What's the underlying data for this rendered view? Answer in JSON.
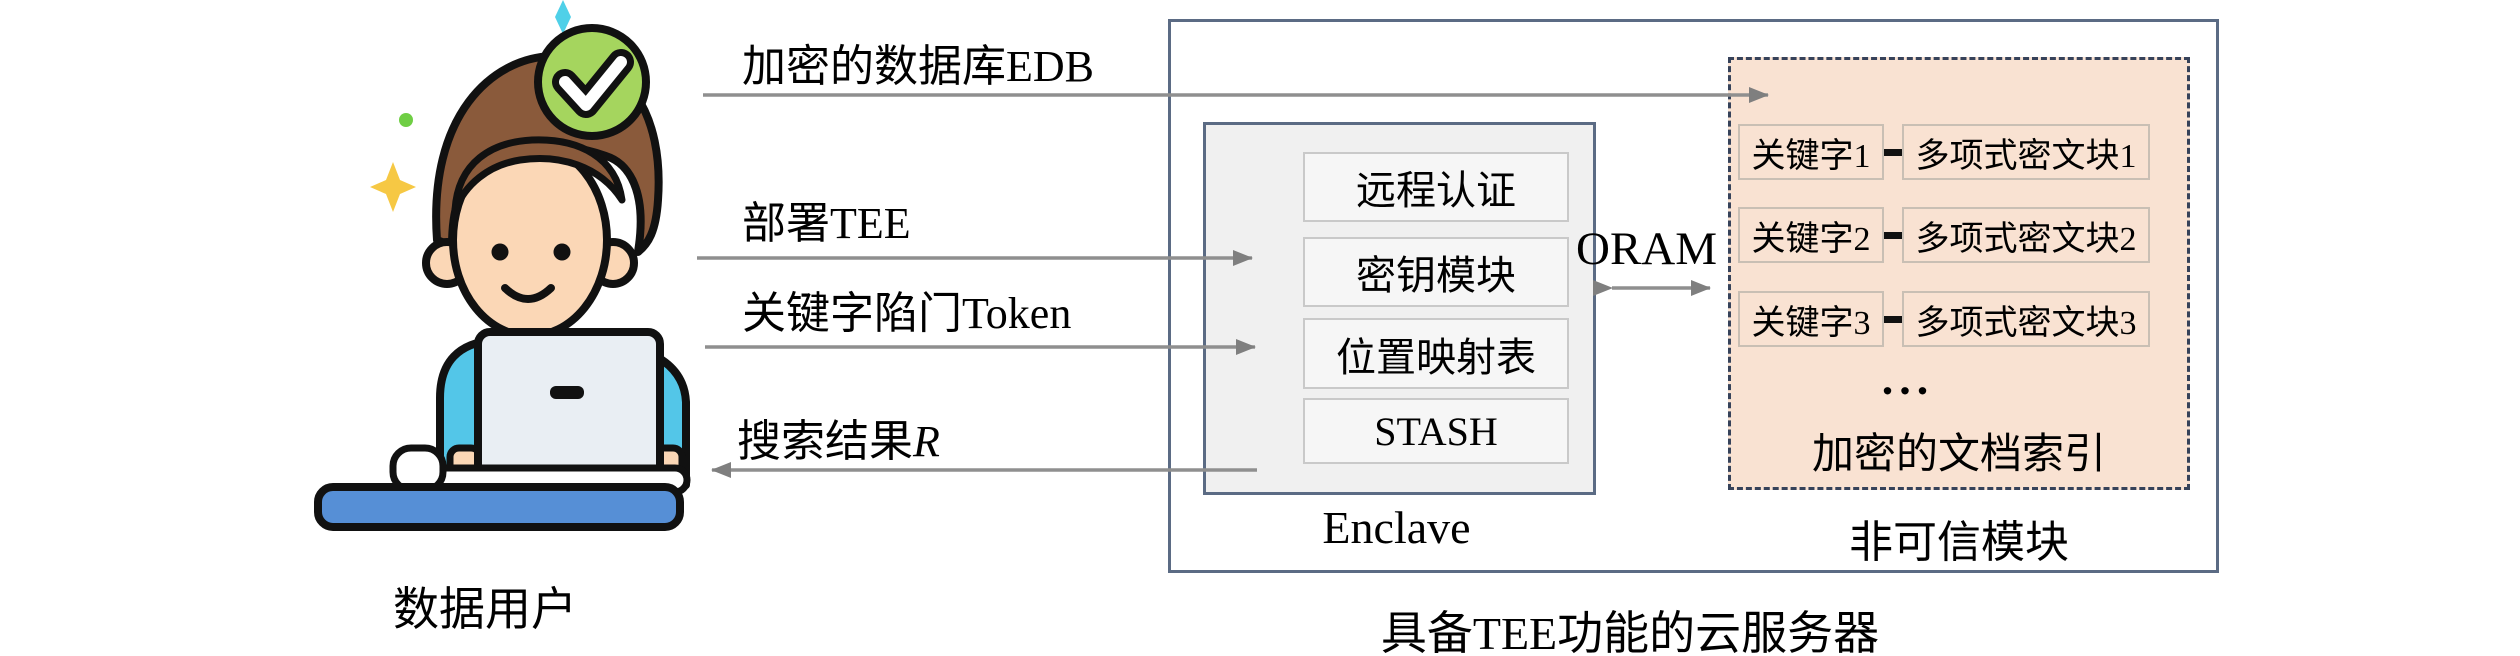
{
  "user": {
    "caption": "数据用户"
  },
  "arrows": {
    "edb": {
      "label": "加密的数据库EDB",
      "direction": "right"
    },
    "deploy": {
      "label": "部署TEE",
      "direction": "right"
    },
    "token": {
      "label": "关键字陷门Token",
      "direction": "right"
    },
    "result": {
      "label_text": "搜索结果",
      "label_var": "R",
      "direction": "left"
    },
    "oram": {
      "label": "ORAM",
      "direction": "both"
    }
  },
  "server": {
    "caption": "具备TEE功能的云服务器"
  },
  "enclave": {
    "caption": "Enclave",
    "modules": [
      "远程认证",
      "密钥模块",
      "位置映射表",
      "STASH"
    ]
  },
  "untrusted": {
    "caption": "非可信模块",
    "ellipsis": "...",
    "index_label": "加密的文档索引",
    "rows": [
      {
        "keyword": "关键字1",
        "block": "多项式密文块1"
      },
      {
        "keyword": "关键字2",
        "block": "多项式密文块2"
      },
      {
        "keyword": "关键字3",
        "block": "多项式密文块3"
      }
    ]
  },
  "colors": {
    "peach_fill": "#f9e2d2",
    "box_border": "#5b6b84",
    "enclave_bg": "#f0f0f0",
    "arrow_gray": "#8f8f8f",
    "dashed_border": "#36425a",
    "desk_blue": "#568fd6",
    "shirt_cyan": "#53c6e8",
    "badge_green": "#a5d55e",
    "hair_brown": "#8a5a3b",
    "skin": "#fbd7b6"
  }
}
